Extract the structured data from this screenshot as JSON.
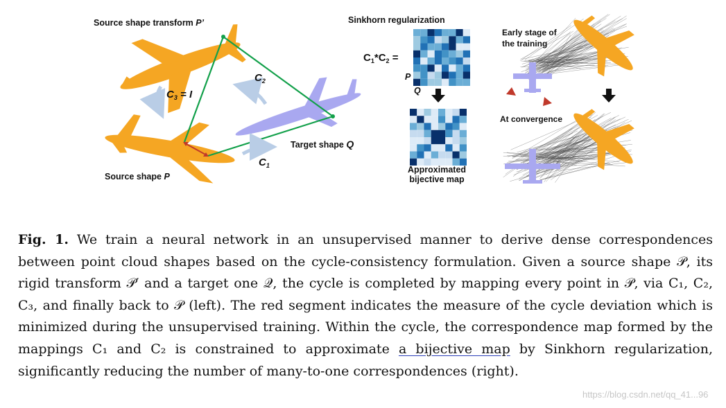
{
  "figure": {
    "left": {
      "source_transform_label": "Source shape transform ",
      "source_transform_symbol": "P’",
      "source_label": "Source shape ",
      "source_symbol": "P",
      "target_label": "Target shape ",
      "target_symbol": "Q",
      "c1_letter": "C",
      "c1_sub": "1",
      "c2_letter": "C",
      "c2_sub": "2",
      "c3_letter": "C",
      "c3_sub": "3",
      "c3_eq": " = I"
    },
    "middle": {
      "title": "Sinkhorn regularization",
      "product_c1": "C",
      "product_s1": "1",
      "product_mid": "*C",
      "product_s2": "2",
      "product_eq": " =",
      "axis_p": "P",
      "axis_q": "Q",
      "bottom_label_line1": "Approximated",
      "bottom_label_line2": "bijective map"
    },
    "right": {
      "early_line1": "Early stage of",
      "early_line2": "the training",
      "converged": "At convergence"
    },
    "colors": {
      "orange": "#f5a623",
      "lavender": "#a9a8f0",
      "green": "#12a04a",
      "red": "#c0392b",
      "arrow_blue": "#b9cde6"
    }
  },
  "caption": {
    "label": "Fig. 1.",
    "text_1": " We train a neural network in an unsupervised manner to derive dense correspondences between point cloud shapes based on the cycle-consistency formulation. Given a source shape 𝒫, its rigid transform 𝒫′ and a target one 𝒬, the cycle is completed by mapping every point in 𝒫, via C₁, C₂, C₃, and finally back to 𝒫 (left). The red segment indicates the measure of the cycle deviation which is minimized during the unsupervised training. Within the cycle, the correspondence map formed by the mappings C₁ and C₂ is constrained to approximate ",
    "link_text": "a bijective map",
    "text_2": " by Sinkhorn regularization, significantly reducing the number of many-to-one correspondences (right)."
  },
  "watermark": "https://blog.csdn.net/qq_41...96"
}
